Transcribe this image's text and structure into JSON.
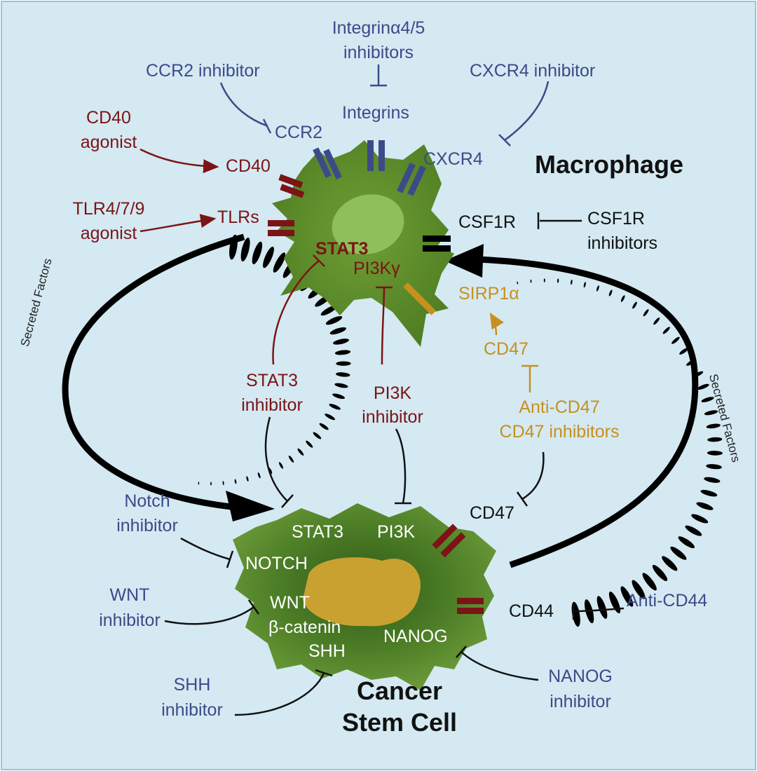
{
  "cells": {
    "macrophage": "Macrophage",
    "cancer_stem_cell": [
      "Cancer",
      "Stem Cell"
    ]
  },
  "secreted_factors": "Secreted Factors",
  "macrophage_receptors": {
    "ccr2": "CCR2",
    "integrins": "Integrins",
    "cxcr4": "CXCR4",
    "cd40": "CD40",
    "tlrs": "TLRs",
    "csf1r": "CSF1R",
    "sirp1a": "SIRP1α",
    "stat3": "STAT3",
    "pi3kg": "PI3Kγ"
  },
  "macrophage_agents": {
    "ccr2_inhibitor": "CCR2 inhibitor",
    "integrin_inhibitors": [
      "Integrinα4/5",
      "inhibitors"
    ],
    "cxcr4_inhibitor": "CXCR4 inhibitor",
    "cd40_agonist": [
      "CD40",
      "agonist"
    ],
    "tlr_agonist": [
      "TLR4/7/9",
      "agonist"
    ],
    "csf1r_inhibitors": [
      "CSF1R",
      "inhibitors"
    ]
  },
  "middle_agents": {
    "stat3_inhibitor": [
      "STAT3",
      "inhibitor"
    ],
    "pi3k_inhibitor": [
      "PI3K",
      "inhibitor"
    ],
    "cd47_mid": "CD47",
    "anti_cd47": [
      "Anti-CD47",
      "CD47 inhibitors"
    ]
  },
  "csc_targets": {
    "stat3": "STAT3",
    "pi3k": "PI3K",
    "cd47": "CD47",
    "notch": "NOTCH",
    "wnt": "WNT",
    "beta_catenin": "β-catenin",
    "shh": "SHH",
    "nanog": "NANOG",
    "cd44": "CD44"
  },
  "csc_agents": {
    "notch_inhibitor": [
      "Notch",
      "inhibitor"
    ],
    "wnt_inhibitor": [
      "WNT",
      "inhibitor"
    ],
    "shh_inhibitor": [
      "SHH",
      "inhibitor"
    ],
    "nanog_inhibitor": [
      "NANOG",
      "inhibitor"
    ],
    "anti_cd44": "Anti-CD44"
  },
  "colors": {
    "background": "#d4e9f2",
    "macrophage_body": "#5a8a2a",
    "macrophage_nucleus": "#8dc05a",
    "csc_body": "#4f7f28",
    "csc_nucleus": "#c9a130",
    "blue_text": "#3d4a88",
    "red_text": "#7b1416",
    "gold_text": "#c8901e"
  }
}
